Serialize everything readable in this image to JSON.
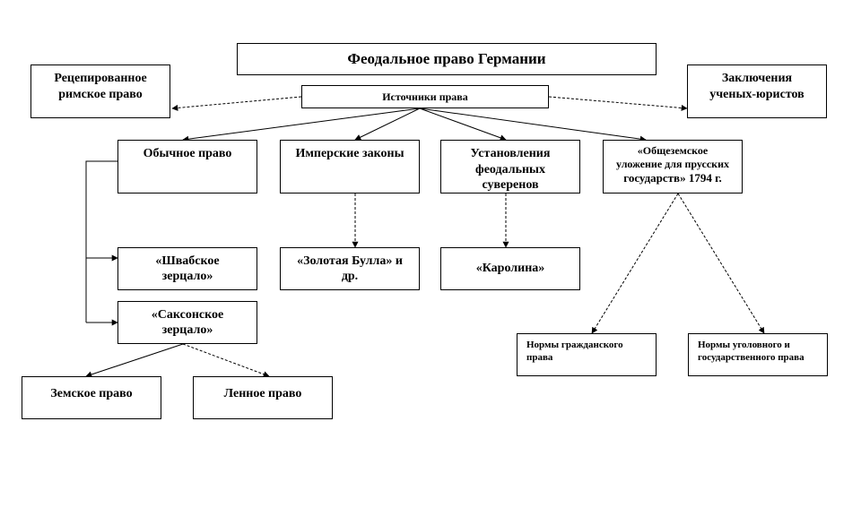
{
  "title": "Феодальное право Германии",
  "sources": "Источники права",
  "left_box": [
    "Рецепированное",
    "римское право"
  ],
  "right_box": [
    "Заключения",
    "ученых-юристов"
  ],
  "columns": [
    {
      "lines": [
        "Обычное право"
      ]
    },
    {
      "lines": [
        "Имперские законы"
      ]
    },
    {
      "lines": [
        "Установления",
        "феодальных",
        "суверенов"
      ]
    },
    {
      "lines": [
        "«Общеземское",
        "уложение для прусских",
        "государств»  1794 г."
      ]
    }
  ],
  "swabian": [
    "«Швабское",
    "зерцало»"
  ],
  "saxon": [
    "«Саксонское",
    "зерцало»"
  ],
  "golden_bull": [
    "«Золотая Булла» и",
    "др."
  ],
  "carolina": [
    "«Каролина»"
  ],
  "zemskoe": "Земское право",
  "lennoe": "Ленное право",
  "civil_norms": [
    "Нормы гражданского",
    "права"
  ],
  "criminal_norms": [
    "Нормы уголовного и",
    "государственного права"
  ]
}
